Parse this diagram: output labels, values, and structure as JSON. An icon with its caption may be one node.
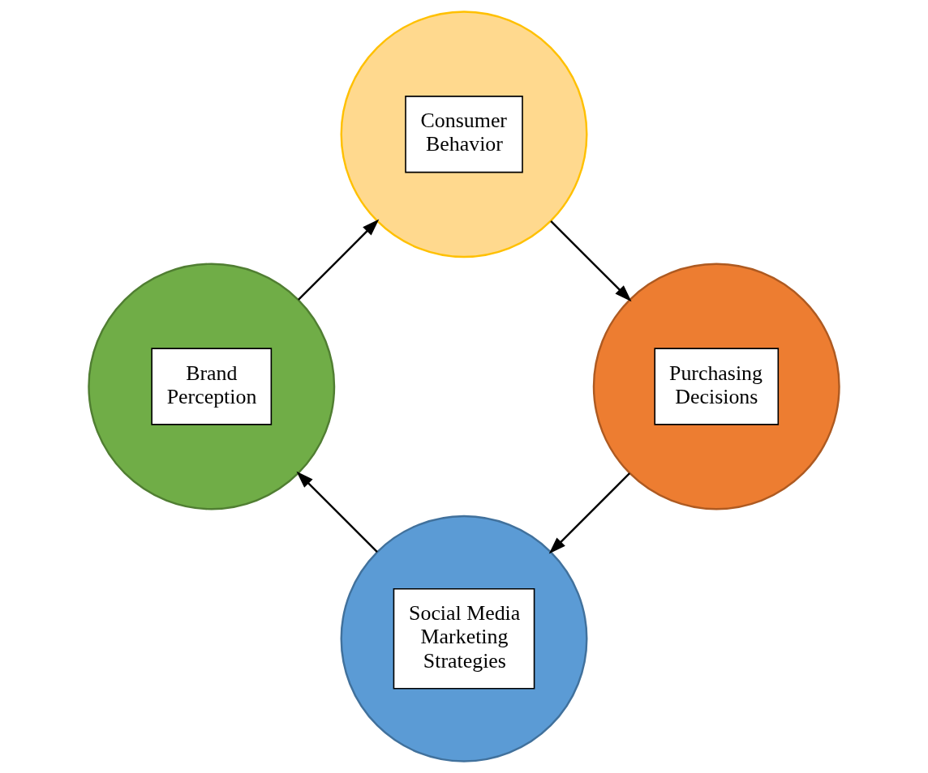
{
  "diagram": {
    "nodes": [
      {
        "text": [
          "Social Media Marketing Strategies"
        ]
      },
      {
        "text": [
          "Brand Perception"
        ]
      },
      {
        "text": [
          "Consumer Behavior"
        ]
      },
      {
        "text": [
          "Purchasing Decisions"
        ]
      }
    ],
    "edges": [
      {
        "from": 0,
        "to": 1,
        "arrow": "to"
      },
      {
        "from": 1,
        "to": 2,
        "arrow": "to"
      },
      {
        "from": 2,
        "to": 3,
        "arrow": "to"
      },
      {
        "from": 3,
        "to": 0,
        "arrow": "to"
      }
    ]
  }
}
